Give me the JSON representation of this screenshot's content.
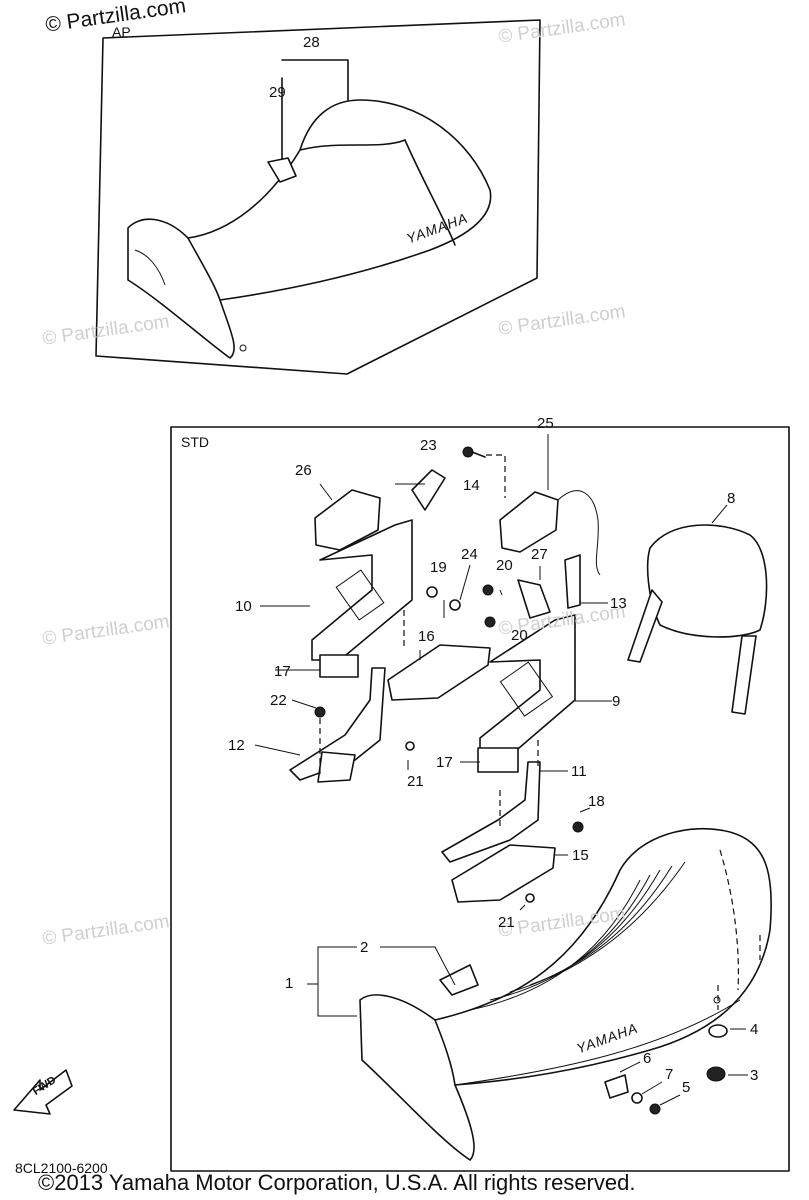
{
  "watermark": "© Partzilla.com",
  "panel_labels": {
    "top": "AP",
    "bottom": "STD"
  },
  "diagram_code": "8CL2100-6200",
  "copyright": "©2013  Yamaha Motor Corporation, U.S.A. All rights reserved.",
  "brand": "YAMAHA",
  "fwd_label": "FWD",
  "callouts": [
    "1",
    "2",
    "3",
    "4",
    "5",
    "6",
    "7",
    "8",
    "9",
    "10",
    "11",
    "12",
    "13",
    "14",
    "15",
    "16",
    "17",
    "17",
    "18",
    "19",
    "20",
    "20",
    "21",
    "21",
    "22",
    "23",
    "24",
    "25",
    "26",
    "27",
    "28",
    "29"
  ]
}
